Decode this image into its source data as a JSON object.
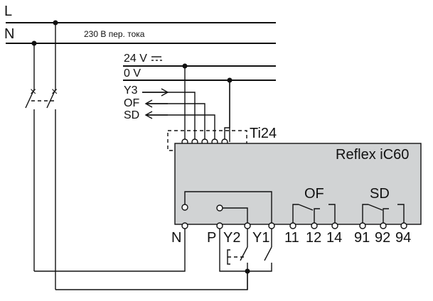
{
  "colors": {
    "line": "#111111",
    "module_fill": "#d1d3d4",
    "background": "#ffffff"
  },
  "supply": {
    "line_label": "L",
    "neutral_label": "N",
    "voltage_text": "230 В пер. тока"
  },
  "low_voltage": {
    "v24_label": "24 V",
    "v0_label": "0 V",
    "y3_label": "Y3",
    "of_label": "OF",
    "sd_label": "SD"
  },
  "connector_label": "Ti24",
  "module": {
    "title": "Reflex iC60",
    "of_group_label": "OF",
    "sd_group_label": "SD"
  },
  "terminals": [
    "N",
    "P",
    "Y2",
    "Y1",
    "11",
    "12",
    "14",
    "91",
    "92",
    "94"
  ]
}
